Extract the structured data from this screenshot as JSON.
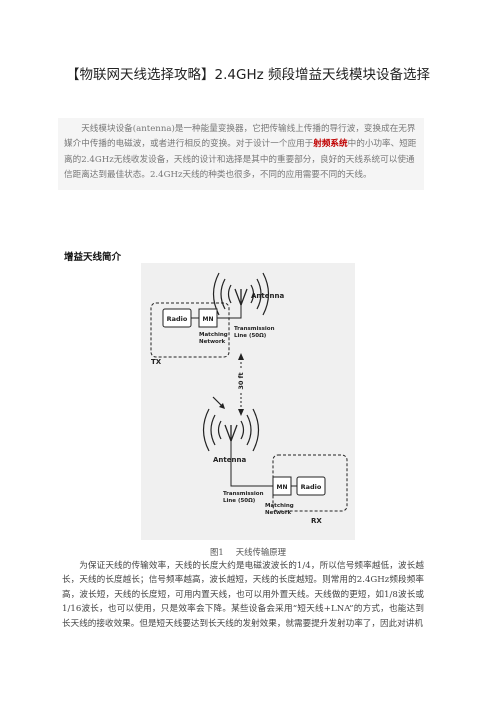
{
  "doc": {
    "title": "【物联网天线选择攻略】2.4GHz 频段增益天线模块设备选择",
    "intro_before": "天线模块设备(antenna)是一种能量变换器，它把传输线上传播的导行波，变换成在无界媒介中传播的电磁波，或者进行相反的变换。对于设计一个应用于",
    "intro_highlight": "射频系统",
    "intro_after": "中的小功率、短距离的2.4GHz无线收发设备，天线的设计和选择是其中的重要部分，良好的天线系统可以使通信距离达到最佳状态。2.4GHz天线的种类也很多，不同的应用需要不同的天线。",
    "section_title": "增益天线简介",
    "figure": {
      "radio": "Radio",
      "mn": "MN",
      "matching_1": "Matching",
      "matching_2": "Network",
      "tx_line_1": "Transmission",
      "tx_line_2": "Line (50Ω)",
      "antenna": "Antenna",
      "tx": "TX",
      "rx": "RX",
      "distance": "30 ft"
    },
    "caption_num": "图1",
    "caption_text": "天线传输原理",
    "body_text": "为保证天线的传输效率，天线的长度大约是电磁波波长的1/4，所以信号频率越低，波长越长，天线的长度越长；信号频率越高，波长越短，天线的长度越短。则常用的2.4GHz频段频率高，波长短，天线的长度短，可用内置天线，也可以用外置天线。天线做的更短，如1/8波长或1/16波长，也可以使用，只是效率会下降。某些设备会采用“短天线+LNA”的方式，也能达到长天线的接收效果。但是短天线要达到长天线的发射效果，就需要提升发射功率了，因此对讲机"
  }
}
